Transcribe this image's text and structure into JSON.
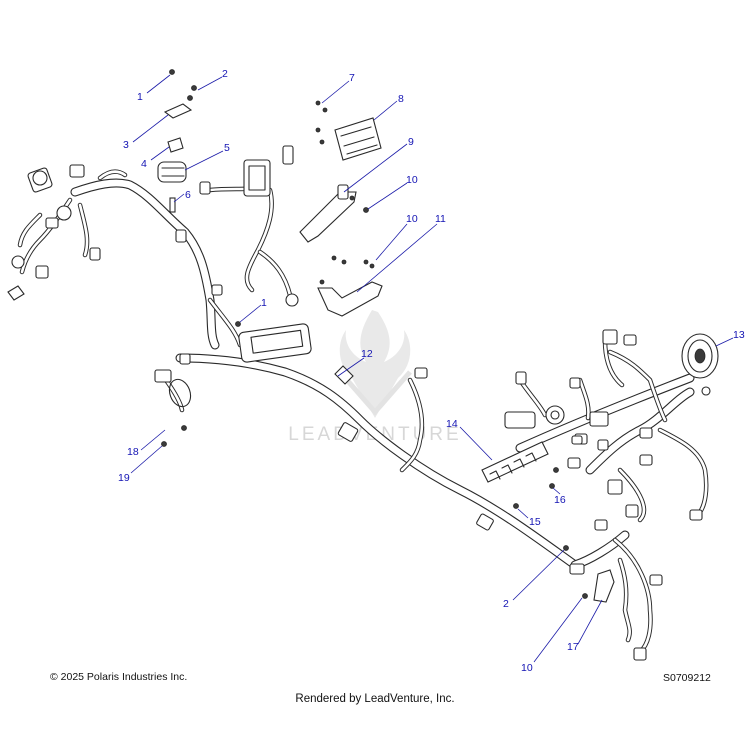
{
  "watermark": "LEADVENTURE",
  "callouts": [
    {
      "id": "c1a",
      "label": "1"
    },
    {
      "id": "c2a",
      "label": "2"
    },
    {
      "id": "c3",
      "label": "3"
    },
    {
      "id": "c4",
      "label": "4"
    },
    {
      "id": "c5",
      "label": "5"
    },
    {
      "id": "c6",
      "label": "6"
    },
    {
      "id": "c7",
      "label": "7"
    },
    {
      "id": "c8",
      "label": "8"
    },
    {
      "id": "c9",
      "label": "9"
    },
    {
      "id": "c10a",
      "label": "10"
    },
    {
      "id": "c10b",
      "label": "10"
    },
    {
      "id": "c11",
      "label": "11"
    },
    {
      "id": "c1b",
      "label": "1"
    },
    {
      "id": "c12",
      "label": "12"
    },
    {
      "id": "c13",
      "label": "13"
    },
    {
      "id": "c14",
      "label": "14"
    },
    {
      "id": "c16",
      "label": "16"
    },
    {
      "id": "c15",
      "label": "15"
    },
    {
      "id": "c18",
      "label": "18"
    },
    {
      "id": "c19",
      "label": "19"
    },
    {
      "id": "c2b",
      "label": "2"
    },
    {
      "id": "c10c",
      "label": "10"
    },
    {
      "id": "c17",
      "label": "17"
    }
  ],
  "footer": {
    "copyright": "© 2025 Polaris Industries Inc.",
    "drawing_number": "S0709212",
    "rendered_by": "Rendered by LeadVenture, Inc."
  }
}
